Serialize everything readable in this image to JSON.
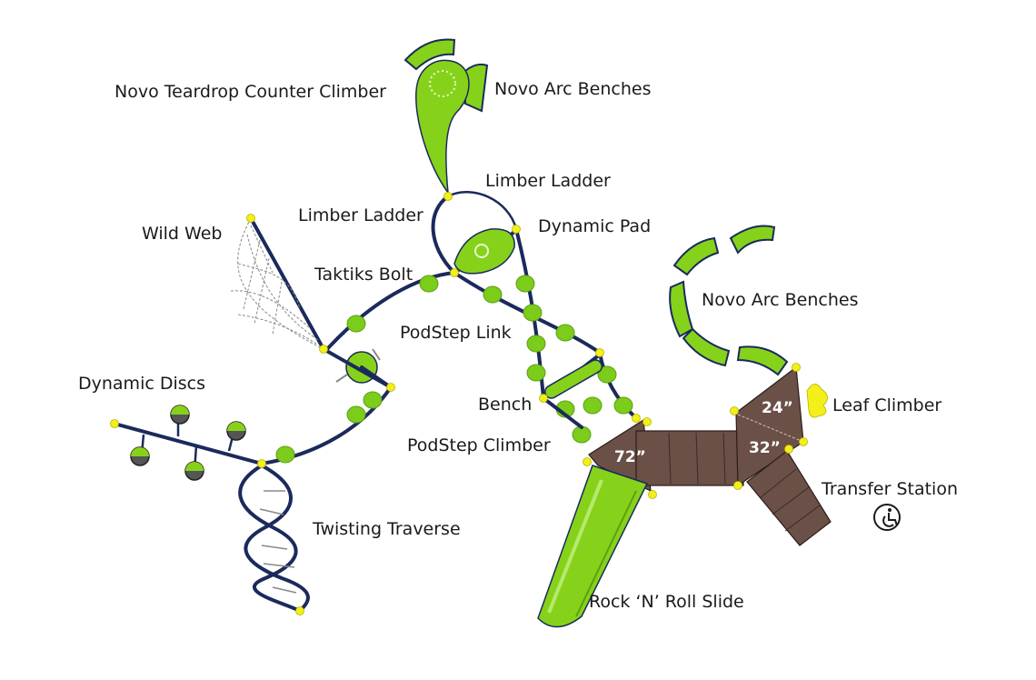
{
  "labels": {
    "teardrop": "Novo Teardrop Counter Climber",
    "arc_benches_top": "Novo Arc Benches",
    "limber_ladder_top": "Limber Ladder",
    "limber_ladder_left": "Limber Ladder",
    "dynamic_pad": "Dynamic Pad",
    "wild_web": "Wild Web",
    "taktiks_bolt": "Taktiks Bolt",
    "arc_benches_right": "Novo Arc Benches",
    "podstep_link": "PodStep Link",
    "dynamic_discs": "Dynamic Discs",
    "bench": "Bench",
    "leaf_climber": "Leaf Climber",
    "podstep_climber": "PodStep Climber",
    "transfer_station": "Transfer Station",
    "twisting_traverse": "Twisting Traverse",
    "slide": "Rock ‘N’ Roll Slide"
  },
  "decks": {
    "main_height": "72”",
    "upper_height": "24”",
    "lower_height": "32”"
  },
  "icons": {
    "accessibility": "wheelchair-accessibility-icon"
  },
  "colors": {
    "frame": "#1b2a5c",
    "component": "#86d21a",
    "deck": "#6b5048",
    "bolt": "#f2ef1a"
  }
}
